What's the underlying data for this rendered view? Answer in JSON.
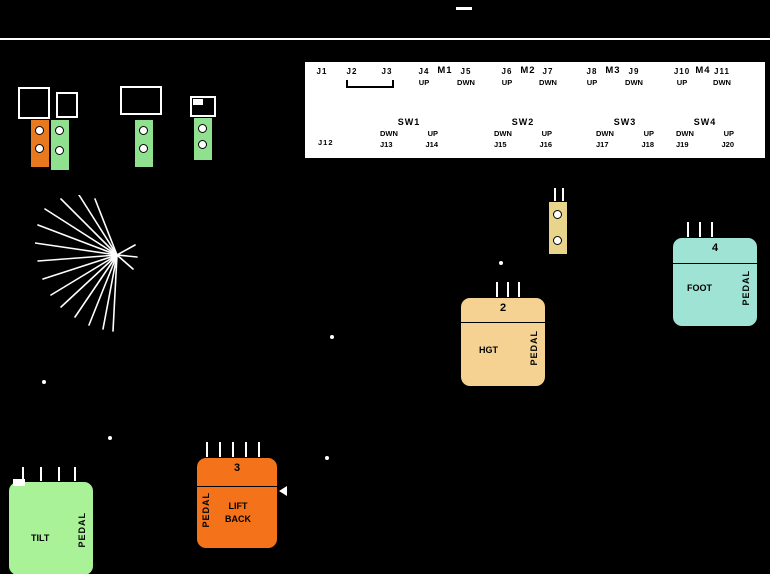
{
  "panel": {
    "row1": [
      {
        "label": "J1",
        "sub": ""
      },
      {
        "label": "J2",
        "sub": ""
      },
      {
        "label": "J3",
        "sub": ""
      },
      {
        "label": "J4",
        "sub": "UP"
      },
      {
        "label": "M1",
        "sub": ""
      },
      {
        "label": "J5",
        "sub": "DWN"
      },
      {
        "label": "J6",
        "sub": "UP"
      },
      {
        "label": "M2",
        "sub": ""
      },
      {
        "label": "J7",
        "sub": "DWN"
      },
      {
        "label": "J8",
        "sub": "UP"
      },
      {
        "label": "M3",
        "sub": ""
      },
      {
        "label": "J9",
        "sub": "DWN"
      },
      {
        "label": "J10",
        "sub": "UP"
      },
      {
        "label": "M4",
        "sub": ""
      },
      {
        "label": "J11",
        "sub": "DWN"
      }
    ],
    "j12": "J12",
    "switches": [
      {
        "name": "SW1",
        "down": "DWN",
        "up": "UP",
        "down_jack": "J13",
        "up_jack": "J14"
      },
      {
        "name": "SW2",
        "down": "DWN",
        "up": "UP",
        "down_jack": "J15",
        "up_jack": "J16"
      },
      {
        "name": "SW3",
        "down": "DWN",
        "up": "UP",
        "down_jack": "J17",
        "up_jack": "J18"
      },
      {
        "name": "SW4",
        "down": "DWN",
        "up": "UP",
        "down_jack": "J19",
        "up_jack": "J20"
      }
    ]
  },
  "pedals": {
    "hgt": {
      "number": "2",
      "label": "HGT",
      "side_label": "PEDAL",
      "color": "#F5D291"
    },
    "foot": {
      "number": "4",
      "label": "FOOT",
      "side_label": "PEDAL",
      "color": "#9FE3D4"
    },
    "liftback": {
      "number": "3",
      "label1": "LIFT",
      "label2": "BACK",
      "side_label": "PEDAL",
      "color": "#F4731A"
    },
    "tilt": {
      "label": "TILT",
      "side_label": "PEDAL",
      "color": "#A9F297"
    }
  },
  "connectors": {
    "strip1_color": "#E8791E",
    "strip2_color": "#8FE08F",
    "strip3_color": "#8FE08F",
    "strip4_color": "#8FE08F",
    "strip5_color": "#E8D48A"
  }
}
